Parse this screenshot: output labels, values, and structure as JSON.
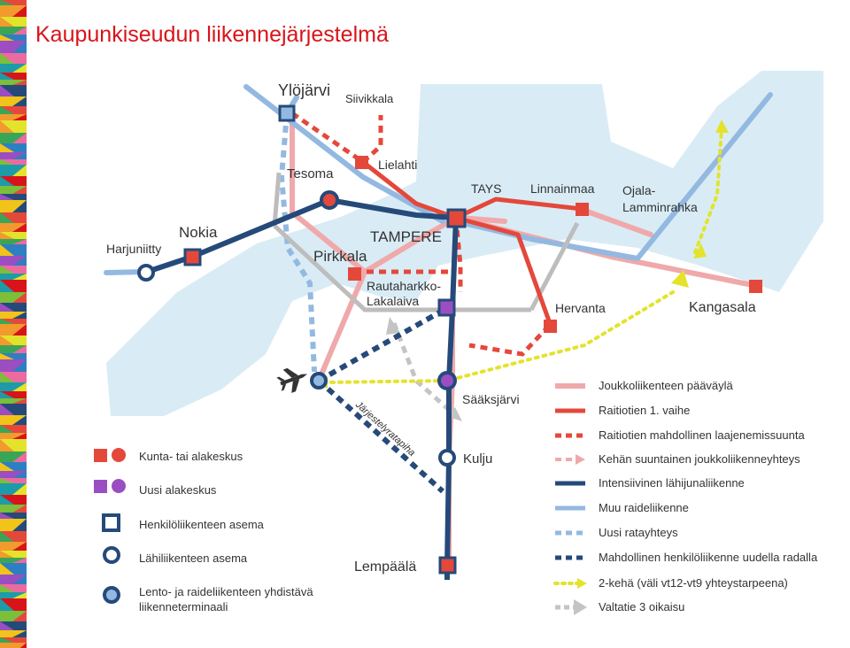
{
  "page": {
    "title": "Kaupunkiseudun liikennejärjestelmä"
  },
  "colors": {
    "title": "#d8141a",
    "bus_trunk": "#f0a9ab",
    "tram": "#e4483b",
    "commuter": "#254a7a",
    "other_rail": "#93b9e1",
    "airport": "#333333",
    "ring_road": "#e3e32c",
    "highway": "#bdbdbd",
    "new_subcenter": "#9b4ec1",
    "water": "#d9ecf5"
  },
  "map": {
    "places": {
      "ylojarvi": "Ylöjärvi",
      "siivikkala": "Siivikkala",
      "lielahti": "Lielahti",
      "tesoma": "Tesoma",
      "tays": "TAYS",
      "linnainmaa": "Linnainmaa",
      "ojala": "Ojala-",
      "lamminrahka": "Lamminrahka",
      "nokia": "Nokia",
      "tampere": "TAMPERE",
      "harjuniitty": "Harjuniitty",
      "pirkkala": "Pirkkala",
      "rautaharkko": "Rautaharkko-",
      "lakalaiva": "Lakalaiva",
      "hervanta": "Hervanta",
      "kangasala": "Kangasala",
      "saaksjarvi": "Sääksjärvi",
      "jarjestelyratapiha": "Järjestelyratapiha",
      "kulju": "Kulju",
      "lempaala": "Lempäälä"
    },
    "airport_icon": "airplane-icon"
  },
  "legend": {
    "symbols": [
      {
        "key": "municipal-center",
        "label": "Kunta- tai alakeskus"
      },
      {
        "key": "new-subcenter",
        "label": "Uusi alakeskus"
      },
      {
        "key": "passenger-station",
        "label": "Henkilöliikenteen asema"
      },
      {
        "key": "commuter-station",
        "label": "Lähiliikenteen asema"
      },
      {
        "key": "terminal",
        "label": "Lento- ja raideliikenteen yhdistävä",
        "label2": "liikenneterminaali"
      }
    ],
    "lines": [
      {
        "key": "bus-trunk",
        "label": "Joukkoliikenteen pääväylä"
      },
      {
        "key": "tram-phase1",
        "label": "Raitiotien 1. vaihe"
      },
      {
        "key": "tram-extension",
        "label": "Raitiotien mahdollinen laajenemissuunta"
      },
      {
        "key": "ring-bus",
        "label": "Kehän suuntainen joukkoliikenneyhteys"
      },
      {
        "key": "commuter-rail",
        "label": "Intensiivinen lähijunaliikenne"
      },
      {
        "key": "other-rail",
        "label": "Muu raideliikenne"
      },
      {
        "key": "new-rail",
        "label": "Uusi ratayhteys"
      },
      {
        "key": "new-passenger-rail",
        "label": "Mahdollinen henkilöliikenne uudella radalla"
      },
      {
        "key": "ring-road",
        "label": "2-kehä (väli vt12-vt9 yhteystarpeena)"
      },
      {
        "key": "highway-3",
        "label": "Valtatie 3 oikaisu"
      }
    ]
  }
}
